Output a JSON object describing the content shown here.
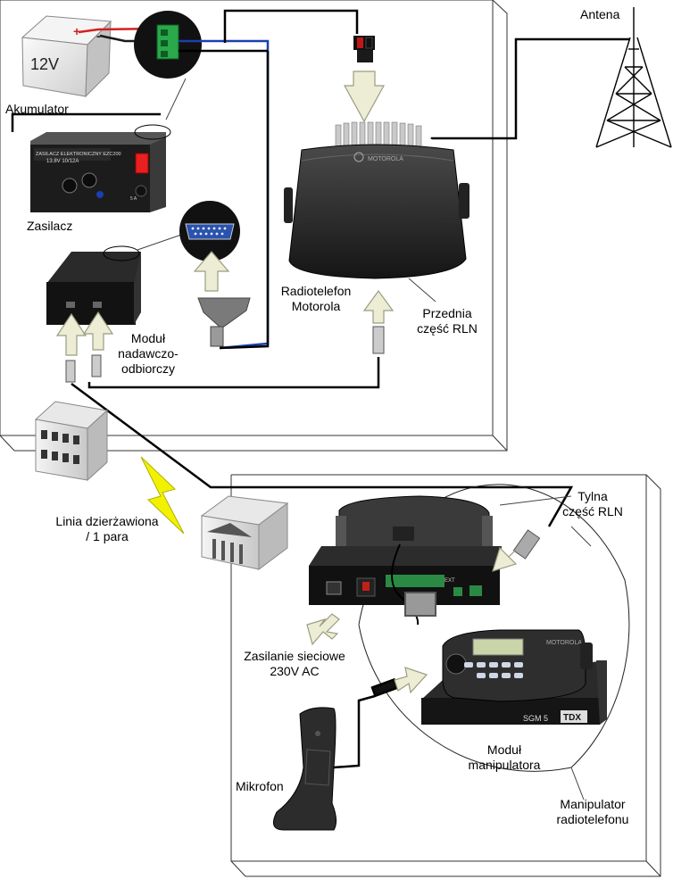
{
  "labels": {
    "antenna": "Antena",
    "battery": "Akumulator",
    "battery_voltage": "12V",
    "power_supply": "Zasilacz",
    "transceiver_module_line1": "Moduł",
    "transceiver_module_line2": "nadawczo-",
    "transceiver_module_line3": "odbiorczy",
    "radio_line1": "Radiotelefon",
    "radio_line2": "Motorola",
    "rln_front_line1": "Przednia",
    "rln_front_line2": "część RLN",
    "leased_line_line1": "Linia dzierżawiona",
    "leased_line_line2": "/ 1 para",
    "rln_rear_line1": "Tylna",
    "rln_rear_line2": "część RLN",
    "mains_line1": "Zasilanie sieciowe",
    "mains_line2": "230V AC",
    "microphone": "Mikrofon",
    "console_module_line1": "Moduł",
    "console_module_line2": "manipulatora",
    "console_line1": "Manipulator",
    "console_line2": "radiotelefonu"
  },
  "device_text": {
    "psu_brand": "ZASILACZ ELEKTRONICZNY EZC200",
    "psu_spec": "13.8V 10/12A",
    "motorola_logo": "MOTOROLA",
    "sgm_model": "SGM 5",
    "tdx_logo": "TDX",
    "ext_port": "EXT"
  },
  "colors": {
    "wire_black": "#000000",
    "wire_red": "#d42020",
    "wire_blue": "#1a3fb0",
    "arrow_fill": "#ecedd4",
    "arrow_stroke": "#9a9c80",
    "lightning": "#f2f200",
    "box_line": "#333333"
  }
}
